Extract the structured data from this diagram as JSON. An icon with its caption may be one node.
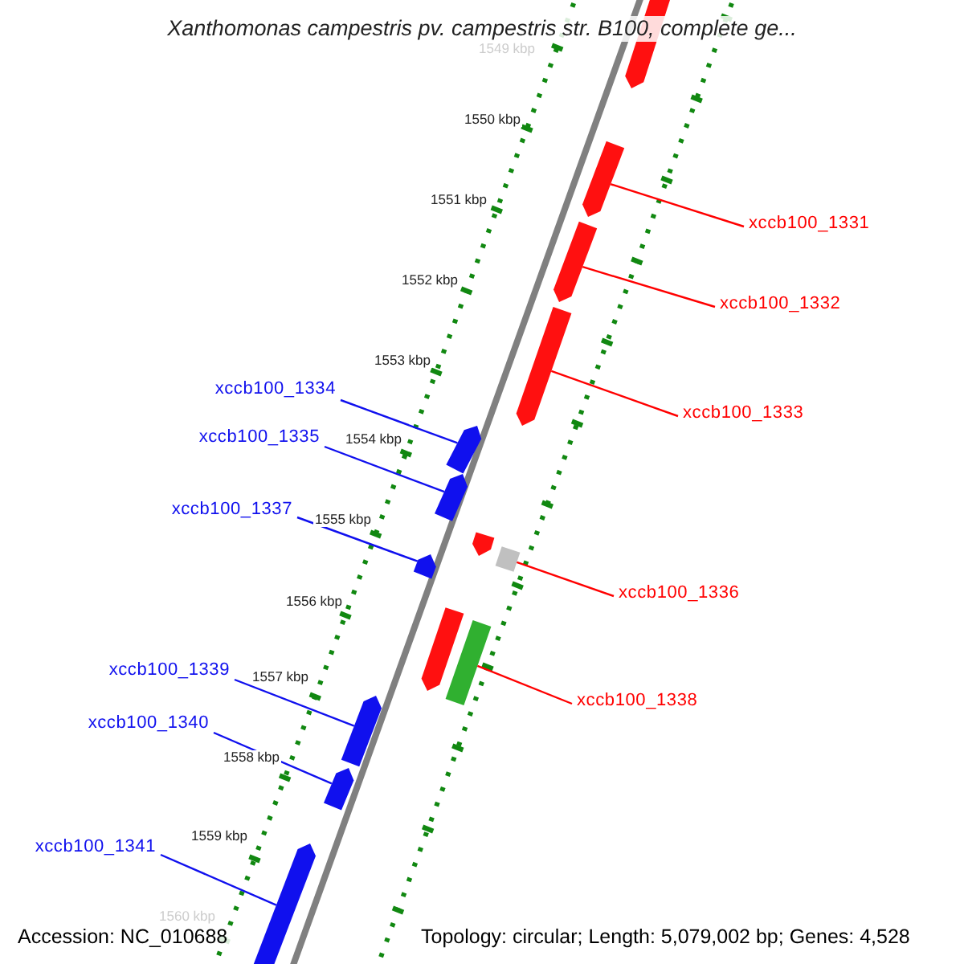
{
  "diagram": {
    "title": "Xanthomonas campestris pv. campestris str. B100, complete ge...",
    "nodes": [
      {
        "text": [
          "xccb100_1331"
        ]
      },
      {
        "text": [
          "xccb100_1332"
        ]
      },
      {
        "text": [
          "xccb100_1334"
        ]
      },
      {
        "text": [
          "xccb100_1333"
        ]
      },
      {
        "text": [
          "xccb100_1335"
        ]
      },
      {
        "text": [
          "xccb100_1337"
        ]
      },
      {
        "text": [
          "xccb100_1336"
        ]
      },
      {
        "text": [
          "xccb100_1339"
        ]
      },
      {
        "text": [
          "xccb100_1338"
        ]
      },
      {
        "text": [
          "xccb100_1340"
        ]
      },
      {
        "text": [
          "xccb100_1341"
        ]
      },
      {
        "text": [],
        "shape": "bar"
      },
      {
        "text": [],
        "shape": "bar"
      },
      {
        "text": [],
        "shape": "bar"
      },
      {
        "text": [],
        "shape": "bar"
      },
      {
        "text": [],
        "shape": "bar"
      },
      {
        "text": [],
        "shape": "bar"
      },
      {
        "text": [],
        "shape": "bar"
      },
      {
        "text": [],
        "shape": "box"
      },
      {
        "text": [],
        "shape": "bar"
      },
      {
        "text": [],
        "shape": "bar"
      },
      {
        "text": [],
        "shape": "box"
      },
      {
        "text": [],
        "shape": "bar"
      },
      {
        "text": [],
        "shape": "bar"
      },
      {
        "text": [],
        "shape": "bar"
      }
    ],
    "edges": [
      {
        "from": 0,
        "to": 12,
        "arrow": "none",
        "color": "#ff0000"
      },
      {
        "from": 1,
        "to": 13,
        "arrow": "none",
        "color": "#ff0000"
      },
      {
        "from": 2,
        "to": 15,
        "arrow": "none"
      },
      {
        "from": 3,
        "to": 14,
        "arrow": "none",
        "color": "#ff0000"
      },
      {
        "from": 4,
        "to": 16,
        "arrow": "none"
      },
      {
        "from": 5,
        "to": 19,
        "arrow": "none"
      },
      {
        "from": 6,
        "to": 18,
        "arrow": "none",
        "color": "#ff0000"
      },
      {
        "from": 7,
        "to": 22,
        "arrow": "none"
      },
      {
        "from": 8,
        "to": 21,
        "arrow": "none",
        "color": "#ff0000"
      },
      {
        "from": 9,
        "to": 23,
        "arrow": "none"
      },
      {
        "from": 10,
        "to": 24,
        "arrow": "none"
      }
    ],
    "labels": [
      "1549 kbp",
      "1550 kbp",
      "1551 kbp",
      "1552 kbp",
      "1553 kbp",
      "1554 kbp",
      "1555 kbp",
      "1556 kbp",
      "1557 kbp",
      "1558 kbp",
      "1559 kbp",
      "1560 kbp",
      "Accession: NC_010688",
      "Topology: circular; Length: 5,079,002 bp; Genes: 4,528"
    ]
  }
}
